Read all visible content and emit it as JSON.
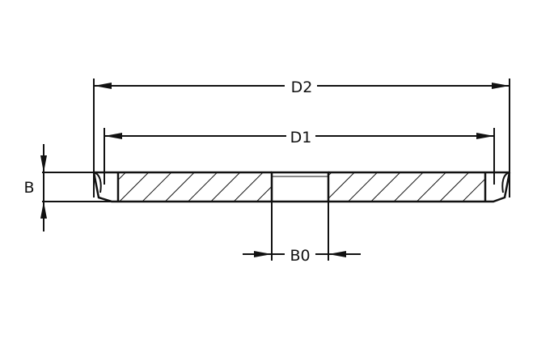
{
  "diagram": {
    "labels": {
      "outer_diameter": "D2",
      "inner_diameter": "D1",
      "thickness": "B",
      "bore_width": "B0"
    },
    "colors": {
      "ink": "#111111",
      "background": "#ffffff"
    }
  }
}
